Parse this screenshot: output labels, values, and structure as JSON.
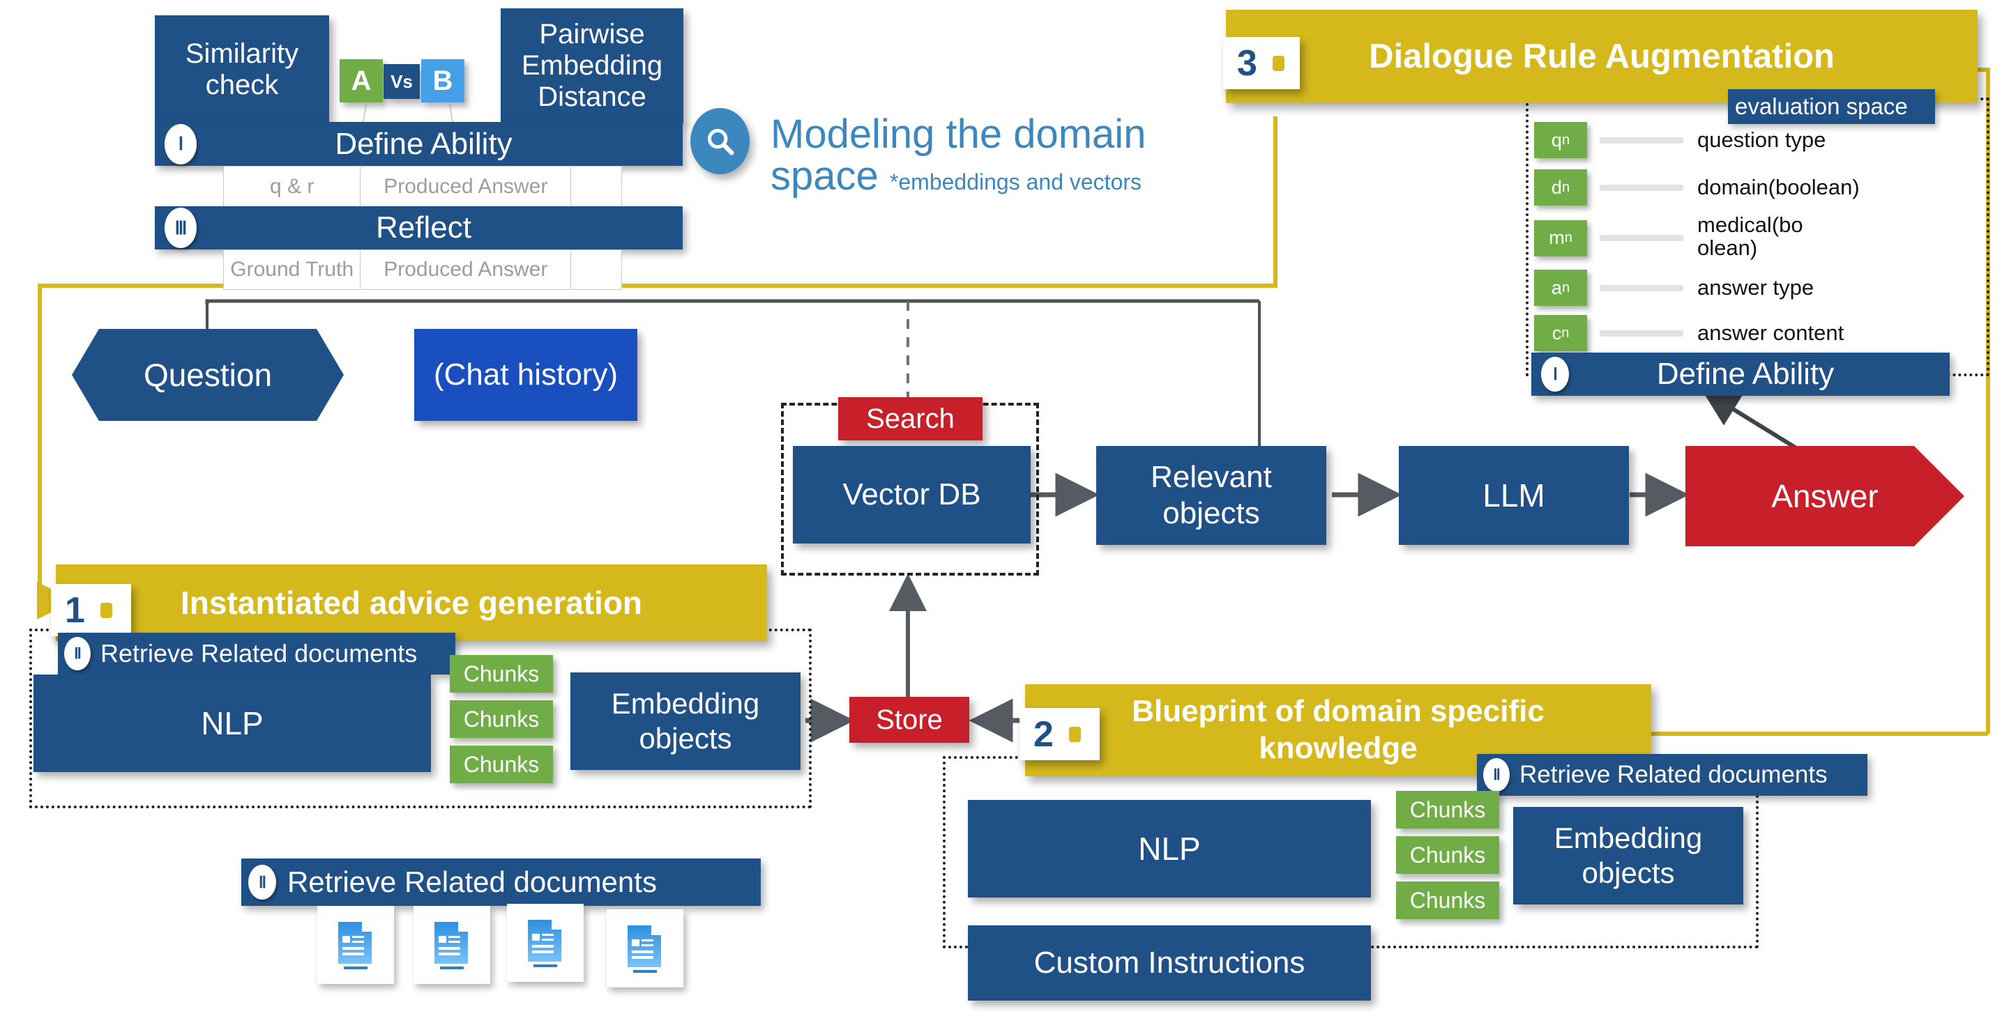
{
  "title": {
    "main_line1": "Modeling the domain",
    "main_line2": "space",
    "note": "*embeddings and vectors",
    "search_icon": "magnifier-icon"
  },
  "ability_panel": {
    "similarity_check": "Similarity\ncheck",
    "pairwise": "Pairwise\nEmbedding\nDistance",
    "compare": {
      "a": "A",
      "vs": "Vs",
      "b": "B"
    },
    "define_ability": {
      "numeral": "Ⅰ",
      "label": "Define Ability"
    },
    "define_ability_cells": [
      "q & r",
      "Produced Answer"
    ],
    "reflect": {
      "numeral": "Ⅲ",
      "label": "Reflect"
    },
    "reflect_cells": [
      "Ground Truth",
      "Produced Answer"
    ]
  },
  "flow": {
    "question": "Question",
    "chat_history": "(Chat history)",
    "search": "Search",
    "vector_db": "Vector DB",
    "relevant_objects": "Relevant\nobjects",
    "llm": "LLM",
    "answer": "Answer",
    "store": "Store"
  },
  "step1": {
    "number": "1",
    "title": "Instantiated advice generation",
    "retrieve_banner": {
      "numeral": "Ⅱ",
      "label": "Retrieve Related documents"
    },
    "nlp": "NLP",
    "chunks": [
      "Chunks",
      "Chunks",
      "Chunks"
    ],
    "embedding_objects": "Embedding\nobjects"
  },
  "step2": {
    "number": "2",
    "title": "Blueprint of domain specific\nknowledge",
    "retrieve_banner": {
      "numeral": "Ⅱ",
      "label": "Retrieve Related documents"
    },
    "nlp": "NLP",
    "custom_instructions": "Custom Instructions",
    "chunks": [
      "Chunks",
      "Chunks",
      "Chunks"
    ],
    "embedding_objects": "Embedding\nobjects"
  },
  "step3": {
    "number": "3",
    "title": "Dialogue Rule Augmentation",
    "evaluation_space_label": "evaluation space",
    "evaluation_rows": [
      {
        "tag": "q",
        "sub": "n",
        "label": "question type"
      },
      {
        "tag": "d",
        "sub": "n",
        "label": "domain(boolean)"
      },
      {
        "tag": "m",
        "sub": "n",
        "label": "medical(bo\nolean)"
      },
      {
        "tag": "a",
        "sub": "n",
        "label": "answer type"
      },
      {
        "tag": "c",
        "sub": "n",
        "label": "answer content"
      }
    ],
    "define_ability": {
      "numeral": "Ⅰ",
      "label": "Define Ability"
    }
  },
  "documents_group": {
    "banner": {
      "numeral": "Ⅱ",
      "label": "Retrieve Related documents"
    },
    "icons": [
      "document-icon",
      "document-icon",
      "document-icon",
      "document-icon"
    ]
  },
  "colors": {
    "navy": "#1F5186",
    "bright_blue": "#1A4FC0",
    "gold": "#D4B81C",
    "green": "#70AD47",
    "red": "#C8202A",
    "title_blue": "#3C87BE",
    "arrow_gray": "#555B60"
  }
}
